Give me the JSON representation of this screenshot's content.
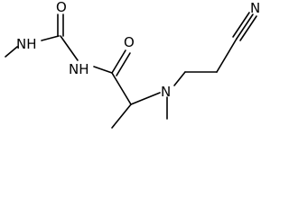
{
  "molecule": {
    "atoms": {
      "urea_nh_left": "NH",
      "urea_o": "O",
      "amide_nh": "NH",
      "amide_o": "O",
      "amine_n": "N",
      "nitrile_n": "N"
    }
  }
}
